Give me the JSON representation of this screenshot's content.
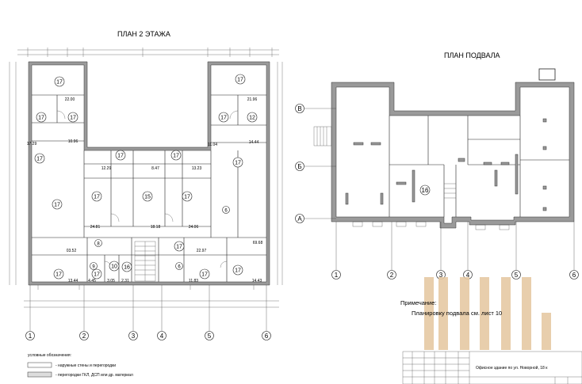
{
  "plan_left": {
    "title": "ПЛАН 2 ЭТАЖА",
    "axes": [
      "1",
      "2",
      "3",
      "4",
      "5",
      "6"
    ],
    "rooms": [
      "17",
      "17",
      "17",
      "17",
      "17",
      "12",
      "17",
      "17",
      "17",
      "17",
      "17",
      "15",
      "17",
      "17",
      "6",
      "8",
      "17",
      "17",
      "17",
      "9",
      "10",
      "16",
      "6",
      "17",
      "17"
    ],
    "areas": [
      "22.00",
      "21.96",
      "10.96",
      "11.04",
      "12.29",
      "8.47",
      "13.23",
      "14.44",
      "17.29",
      "24.81",
      "18.18",
      "24.06",
      "03.52",
      "22.97",
      "69.68",
      "13.44",
      "4.45",
      "3.05",
      "2.31",
      "11.83",
      "14.43"
    ],
    "legend_title": "условные обозначения:",
    "legend_items": [
      "- наружные стены и перегородки",
      "- перегородки ГКЛ, ДСП или др. материал"
    ]
  },
  "plan_right": {
    "title": "ПЛАН ПОДВАЛА",
    "axes": [
      "1",
      "2",
      "3",
      "4",
      "5",
      "6"
    ],
    "row_axes": [
      "В",
      "Б",
      "А"
    ],
    "rooms": [
      "16"
    ],
    "note_label": "Примечание:",
    "note_text": "Планировку подвала см. лист 10",
    "stamp_text": "Офисное здание по ул. Новорной, 18 к"
  },
  "colors": {
    "wall": "#9a9a9a",
    "stamp": "#e6c9a4",
    "line": "#222222"
  }
}
